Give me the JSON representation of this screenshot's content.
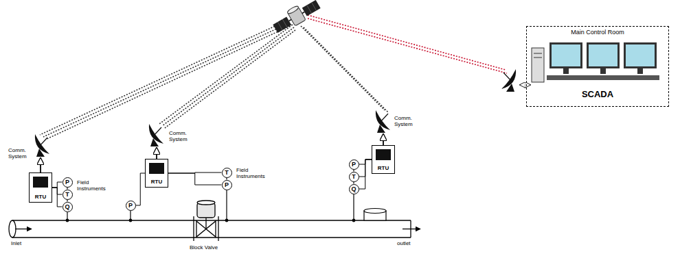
{
  "diagram": {
    "nodes": [
      {
        "text": [
          "Comm. System"
        ]
      },
      {
        "text": [
          "RTU"
        ]
      },
      {
        "text": [
          "P"
        ]
      },
      {
        "text": [
          "T"
        ]
      },
      {
        "text": [
          "Q"
        ]
      },
      {
        "text": [
          "Comm. System"
        ]
      },
      {
        "text": [
          "RTU"
        ]
      },
      {
        "text": [
          "P"
        ]
      },
      {
        "text": [
          "T"
        ]
      },
      {
        "text": [
          "P"
        ]
      },
      {
        "text": [
          "Comm. System"
        ]
      },
      {
        "text": [
          "RTU"
        ]
      },
      {
        "text": [
          "P"
        ]
      },
      {
        "text": [
          "T"
        ]
      },
      {
        "text": [
          "Q"
        ]
      },
      {
        "text": [
          "Main Control Room",
          "SCADA"
        ]
      }
    ],
    "edges": [
      {
        "from": 1,
        "to": 0,
        "arrow": "to"
      },
      {
        "from": 1,
        "to": 2,
        "arrow": "none"
      },
      {
        "from": 1,
        "to": 3,
        "arrow": "none"
      },
      {
        "from": 1,
        "to": 4,
        "arrow": "none"
      },
      {
        "from": 6,
        "to": 5,
        "arrow": "to"
      },
      {
        "from": 6,
        "to": 7,
        "arrow": "none"
      },
      {
        "from": 6,
        "to": 8,
        "arrow": "none"
      },
      {
        "from": 6,
        "to": 9,
        "arrow": "none"
      },
      {
        "from": 11,
        "to": 10,
        "arrow": "to"
      },
      {
        "from": 11,
        "to": 12,
        "arrow": "none"
      },
      {
        "from": 11,
        "to": 13,
        "arrow": "none"
      },
      {
        "from": 11,
        "to": 14,
        "arrow": "none"
      }
    ],
    "labels": [
      "Field Instruments",
      "Field Instruments",
      "Inlet",
      "Block Valve",
      "outlet"
    ]
  }
}
